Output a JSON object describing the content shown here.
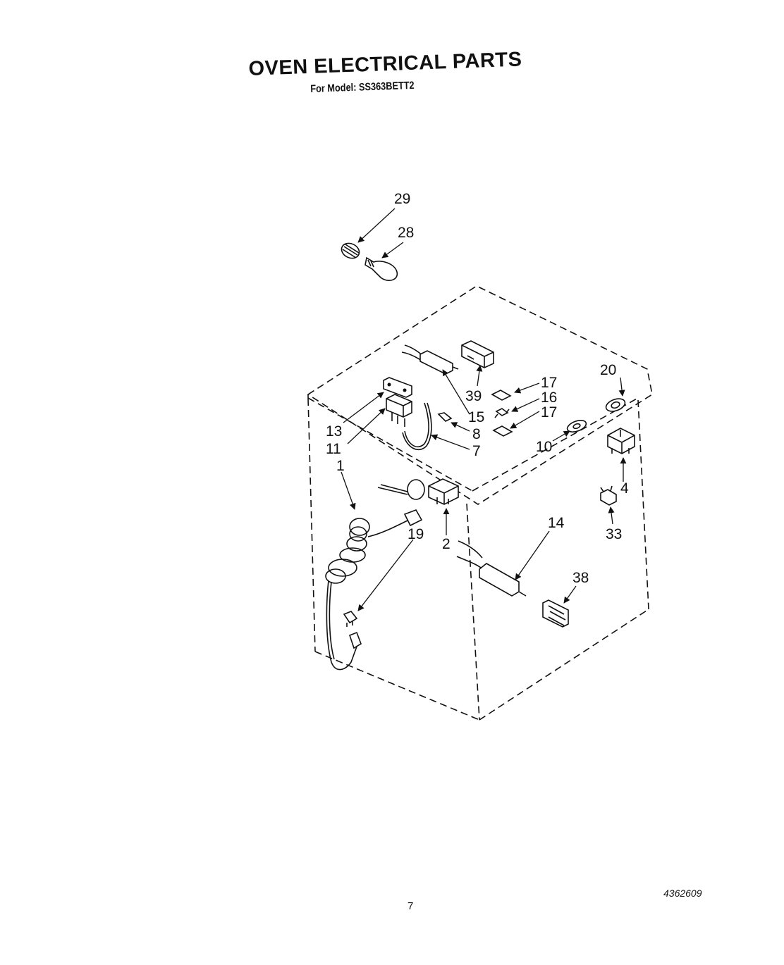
{
  "header": {
    "title": "OVEN ELECTRICAL PARTS",
    "subtitle": "For Model: SS363BETT2"
  },
  "callouts": {
    "c29": "29",
    "c28": "28",
    "c39": "39",
    "c17a": "17",
    "c16": "16",
    "c17b": "17",
    "c20": "20",
    "c13": "13",
    "c11": "11",
    "c15": "15",
    "c8": "8",
    "c7": "7",
    "c10": "10",
    "c4": "4",
    "c1": "1",
    "c2": "2",
    "c33": "33",
    "c14": "14",
    "c19": "19",
    "c38": "38"
  },
  "footer": {
    "page_number": "7",
    "document_number": "4362609"
  }
}
